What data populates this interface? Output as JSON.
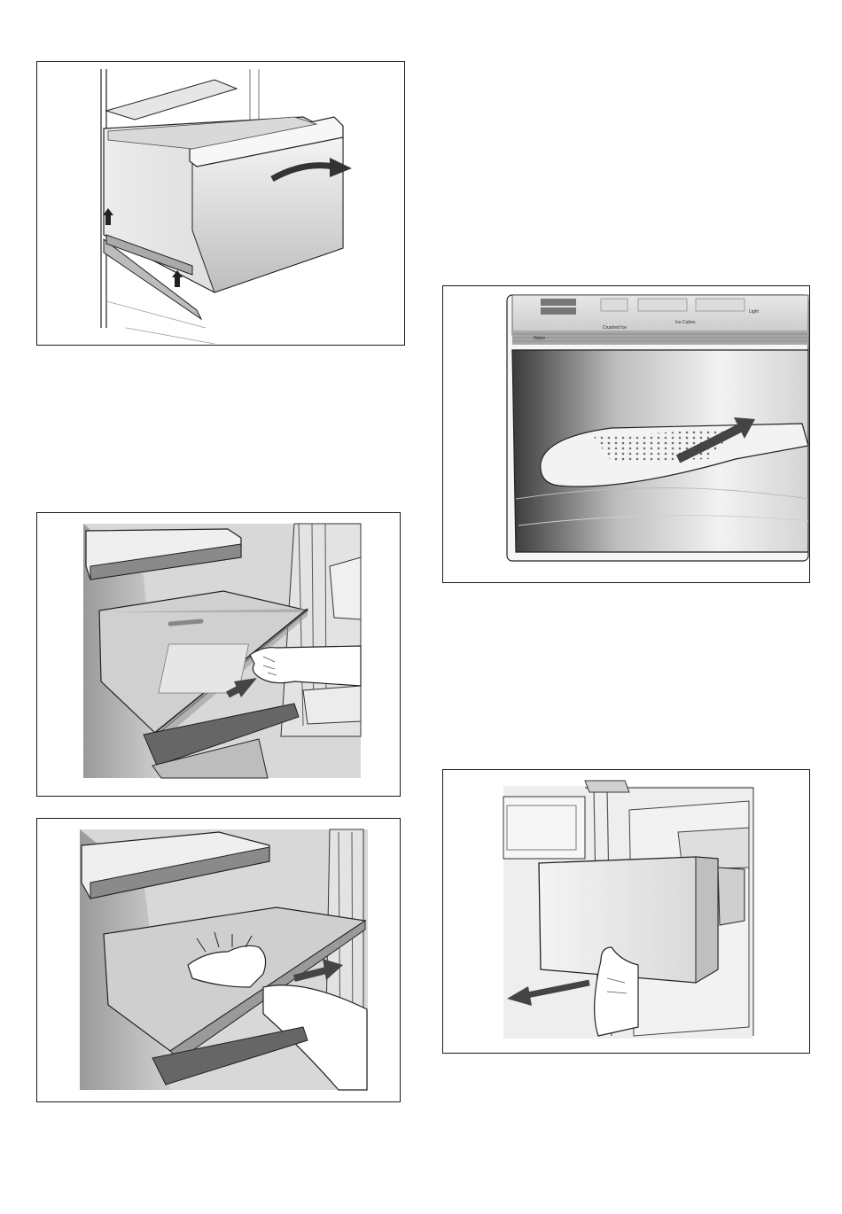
{
  "dispenser_panel": {
    "labels": [
      "Water",
      "Crushed Ice",
      "Ice Cubes",
      "Light"
    ]
  }
}
